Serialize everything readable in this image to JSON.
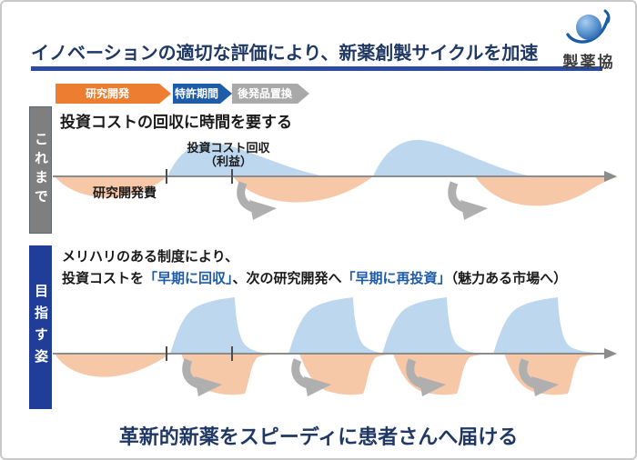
{
  "header": {
    "title": "イノベーションの適切な評価により、新薬創製サイクルを加速",
    "logo_text": "製薬協",
    "logo_icon": "globe-swoosh-icon"
  },
  "process_timeline": {
    "phases": [
      {
        "label": "研究開発",
        "color": "#ed7d31"
      },
      {
        "label": "特許期間",
        "color": "#1e5ba9"
      },
      {
        "label": "後発品置換",
        "color": "#a9a9a9"
      }
    ]
  },
  "section_past": {
    "side_label": "これまで",
    "heading": "投資コストの回収に時間を要する",
    "labels": {
      "recovery_title": "投資コスト回収",
      "recovery_sub": "（利益）",
      "rd_cost": "研究開発費"
    }
  },
  "section_goal": {
    "side_label": "目指す姿",
    "line1": "メリハリのある制度により、",
    "line2_parts": [
      {
        "text": "投資コストを",
        "highlight": false
      },
      {
        "text": "「早期に回収」",
        "highlight": true
      },
      {
        "text": "、次の研究開発へ",
        "highlight": false
      },
      {
        "text": "「早期に再投資」",
        "highlight": true
      },
      {
        "text": "（魅力ある市場へ）",
        "highlight": false
      }
    ]
  },
  "footer": {
    "message": "革新的新薬をスピーディに患者さんへ届ける"
  },
  "colors": {
    "title_navy": "#1f3864",
    "underline_blue": "#2b4aa0",
    "phase_orange": "#ed7d31",
    "phase_blue": "#1e5ba9",
    "phase_gray": "#a9a9a9",
    "wave_profit_blue": "#bdd7ee",
    "wave_cost_orange": "#f6c8a8",
    "sidebar_past_gray": "#7f7f7f",
    "sidebar_goal_blue": "#203d99",
    "highlight_blue": "#1e5ba9",
    "axis_gray": "#8c8c8c",
    "cycle_arrow_gray": "#afafaf"
  }
}
